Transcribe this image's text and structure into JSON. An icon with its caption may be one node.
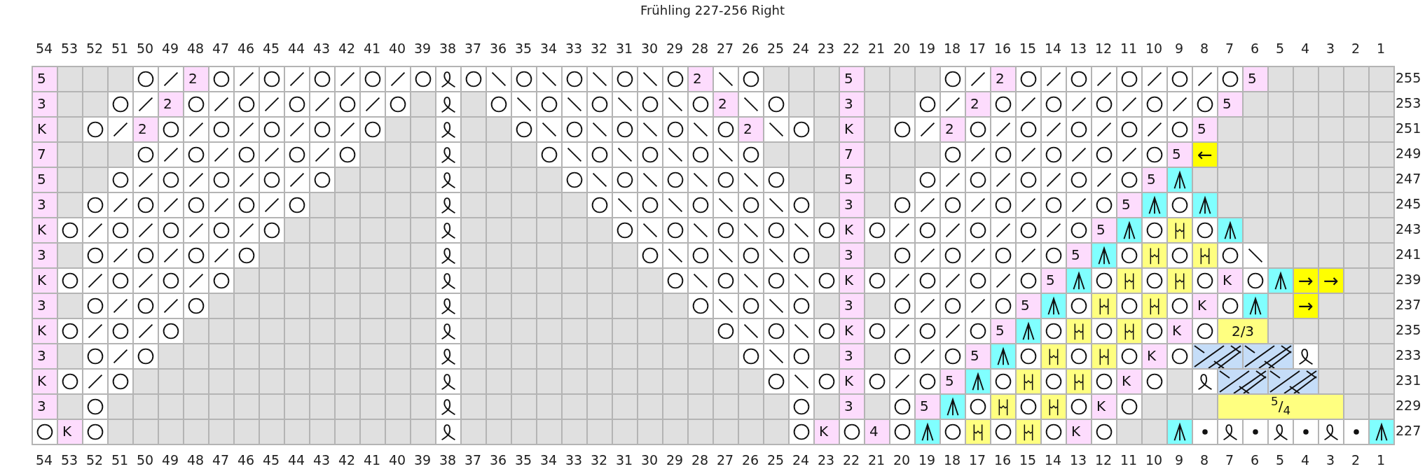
{
  "diagram": {
    "title": "Frühling 227-256 Right",
    "labels": [
      "54",
      "53",
      "52",
      "51",
      "50",
      "49",
      "48",
      "47",
      "46",
      "45",
      "44",
      "43",
      "42",
      "41",
      "40",
      "39",
      "38",
      "37",
      "36",
      "35",
      "34",
      "33",
      "32",
      "31",
      "30",
      "29",
      "28",
      "27",
      "26",
      "25",
      "24",
      "23",
      "22",
      "21",
      "20",
      "19",
      "18",
      "17",
      "16",
      "15",
      "14",
      "13",
      "12",
      "11",
      "10",
      "9",
      "8",
      "7",
      "6",
      "5",
      "4",
      "3",
      "2",
      "1",
      "5",
      "2",
      "2",
      "5",
      "2",
      "5",
      "255",
      "3",
      "2",
      "2",
      "3",
      "2",
      "5",
      "253",
      "K",
      "2",
      "2",
      "K",
      "2",
      "5",
      "251",
      "7",
      "7",
      "5",
      "←",
      "249",
      "5",
      "5",
      "5",
      "247",
      "3",
      "3",
      "5",
      "245",
      "K",
      "K",
      "5",
      "243",
      "3",
      "3",
      "5",
      "241",
      "K",
      "K",
      "5",
      "K",
      "→",
      "→",
      "239",
      "3",
      "3",
      "5",
      "K",
      "→",
      "237",
      "K",
      "K",
      "5",
      "K",
      "2/3",
      "235",
      "3",
      "3",
      "5",
      "K",
      "233",
      "K",
      "K",
      "5",
      "K",
      "231",
      "3",
      "3",
      "5",
      "K",
      "$^{5}$/$_{4}$",
      "229",
      "K",
      "K",
      "4",
      "K",
      "227",
      "54",
      "53",
      "52",
      "51",
      "50",
      "49",
      "48",
      "47",
      "46",
      "45",
      "44",
      "43",
      "42",
      "41",
      "40",
      "39",
      "38",
      "37",
      "36",
      "35",
      "34",
      "33",
      "32",
      "31",
      "30",
      "29",
      "28",
      "27",
      "26",
      "25",
      "24",
      "23",
      "22",
      "21",
      "20",
      "19",
      "18",
      "17",
      "16",
      "15",
      "14",
      "13",
      "12",
      "11",
      "10",
      "9",
      "8",
      "7",
      "6",
      "5",
      "4",
      "3",
      "2",
      "1"
    ]
  }
}
